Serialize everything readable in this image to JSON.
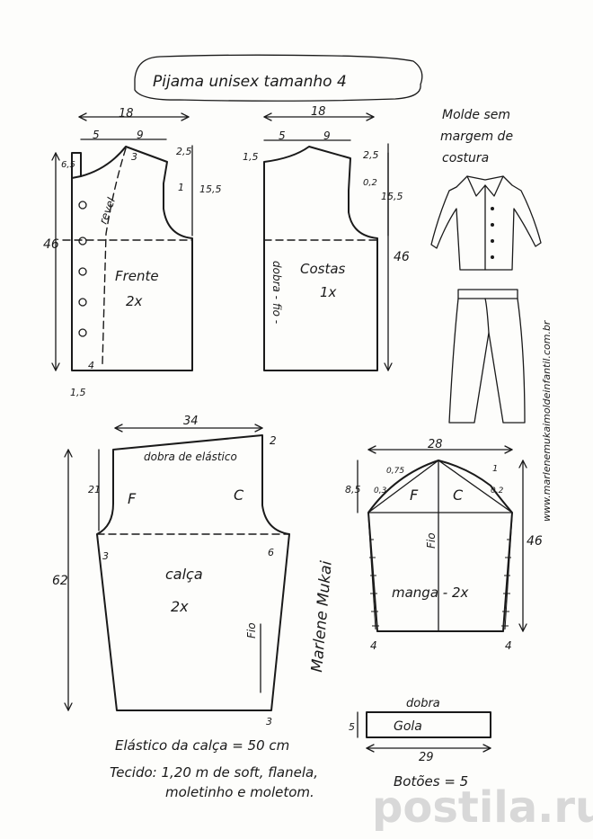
{
  "title": "Pijama unisex tamanho 4",
  "note_lines": [
    "Molde sem",
    "margem de",
    "costura"
  ],
  "website": "www.marlenemukaimoldeinfantil.com.br",
  "signature": "Marlene Mukai",
  "frente": {
    "name": "Frente",
    "qty": "2x",
    "dims": {
      "width": "18",
      "shoulder_a": "5",
      "shoulder_b": "9",
      "drop": "2,5",
      "armhole": "15,5",
      "armhole_curve": "1",
      "height": "46",
      "neck_depth": "6,5",
      "neck_curve": "3",
      "hem": "1,5",
      "button_margin": "4"
    },
    "revel": "revel"
  },
  "costas": {
    "name": "Costas",
    "qty": "1x",
    "dims": {
      "width": "18",
      "shoulder_a": "5",
      "shoulder_b": "9",
      "neck": "1,5",
      "drop": "2,5",
      "armhole_curve": "0,2",
      "armhole": "15,5",
      "height": "46"
    },
    "fold": "dobra - fio -"
  },
  "calca": {
    "name": "calça",
    "qty": "2x",
    "front": "F",
    "back": "C",
    "dims": {
      "width": "34",
      "waist_rise": "2",
      "crotch": "21",
      "length": "62",
      "crotch_front": "3",
      "crotch_back": "6",
      "hem": "3"
    },
    "waist_fold": "dobra de elástico",
    "grain": "Fio"
  },
  "manga": {
    "name": "manga - 2x",
    "front": "F",
    "back": "C",
    "dims": {
      "width": "28",
      "cap": "8,5",
      "length": "46",
      "ease_a": "0,75",
      "ease_b": "1",
      "ease_c": "0,3",
      "ease_d": "0,2",
      "cuff_left": "4",
      "cuff_right": "4"
    },
    "grain": "Fio"
  },
  "gola": {
    "name": "Gola",
    "fold": "dobra",
    "height": "5",
    "width": "29"
  },
  "notes": {
    "elastico": "Elástico da calça = 50 cm",
    "tecido": "Tecido: 1,20 m de soft, flanela,",
    "tecido_2": "moletinho e moletom.",
    "botoes": "Botões = 5"
  },
  "watermark": "postila.ru",
  "colors": {
    "ink": "#1a1a1a",
    "paper": "#fdfdfb",
    "watermark": "#d8d8d8"
  }
}
